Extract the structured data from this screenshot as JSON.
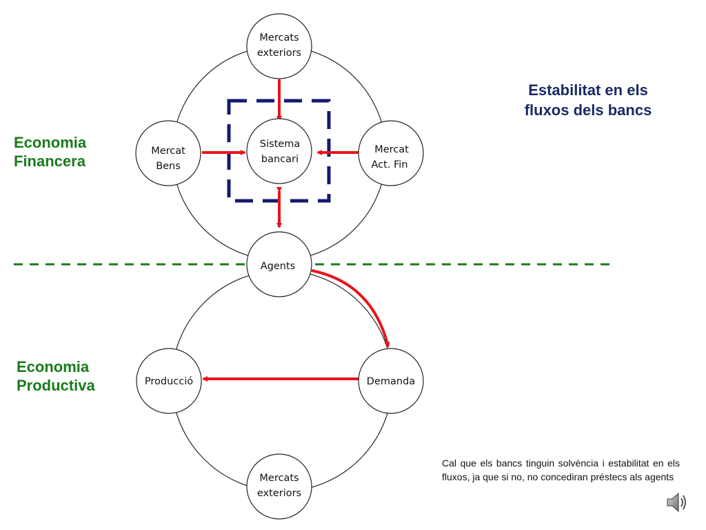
{
  "financial": {
    "label_line1": "Economia",
    "label_line2": "Financera",
    "title_line1": "Estabilitat en els",
    "title_line2": "fluxos dels bancs",
    "nodes": {
      "ext_line1": "Mercats",
      "ext_line2": "exteriors",
      "bens_line1": "Mercat",
      "bens_line2": "Bens",
      "bank_line1": "Sistema",
      "bank_line2": "bancari",
      "fin_line1": "Mercat",
      "fin_line2": "Act. Fin"
    }
  },
  "shared": {
    "agents": "Agents"
  },
  "productive": {
    "label_line1": "Economia",
    "label_line2": "Productiva",
    "nodes": {
      "production": "Producció",
      "demand": "Demanda",
      "ext_line1": "Mercats",
      "ext_line2": "exteriors"
    }
  },
  "note": "Cal que els bancs tinguin solvència i estabilitat en els fluxos, ja que si no, no concediran préstecs als agents",
  "icons": {
    "speaker": "speaker-icon"
  },
  "colors": {
    "arrow": "#e8141b",
    "bank_box": "#141a6e",
    "divider": "#1a7a1a",
    "green_label": "#1a7a1a",
    "title": "#1a2a66"
  }
}
